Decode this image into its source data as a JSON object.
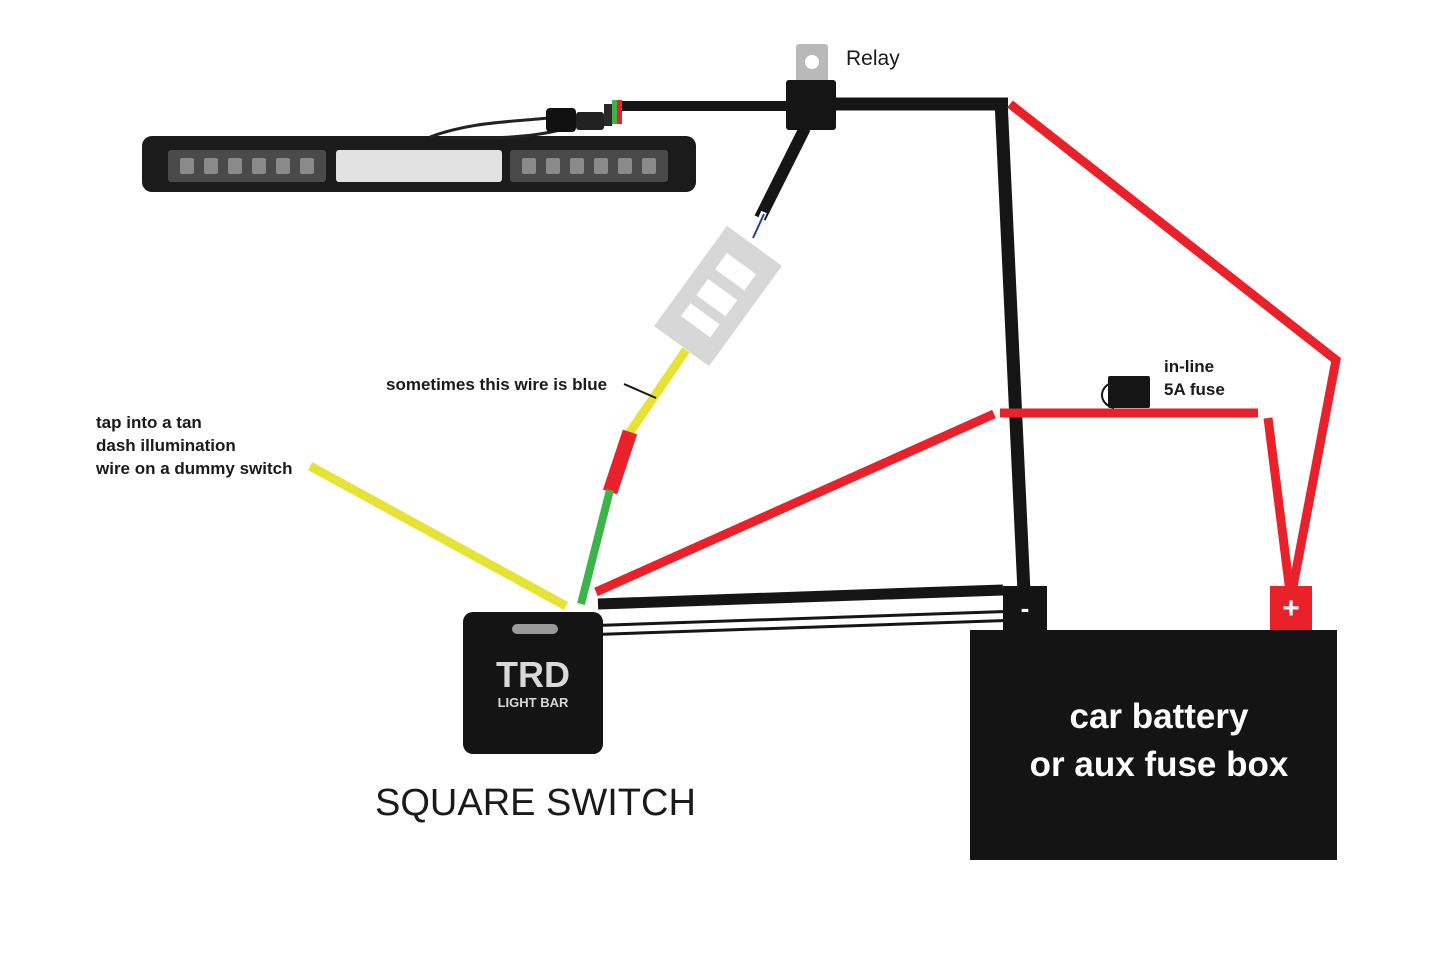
{
  "labels": {
    "relay": "Relay",
    "wire_note": "sometimes this wire is blue",
    "tap_note": [
      "tap into a tan",
      "dash illumination",
      "wire on a dummy switch"
    ],
    "fuse_note": [
      "in-line",
      "5A fuse"
    ],
    "switch_caption": "SQUARE SWITCH",
    "battery_label": [
      "car battery",
      "or aux fuse box"
    ],
    "battery_negative": "-",
    "battery_positive": "+",
    "switch_logo": [
      "TRD",
      "LIGHT BAR"
    ]
  },
  "colors": {
    "wire_black": "#151515",
    "wire_red": "#e8212a",
    "wire_yellow": "#e6e336",
    "wire_green": "#3bb54a",
    "battery_body": "#141414",
    "terminal_positive": "#e8212a"
  },
  "icons": {
    "light_bar": "led-light-bar-icon",
    "relay": "relay-icon",
    "fuse_holder": "fuse-holder-icon",
    "inline_fuse": "inline-fuse-icon",
    "switch": "trd-square-switch-icon",
    "battery": "battery-icon"
  }
}
